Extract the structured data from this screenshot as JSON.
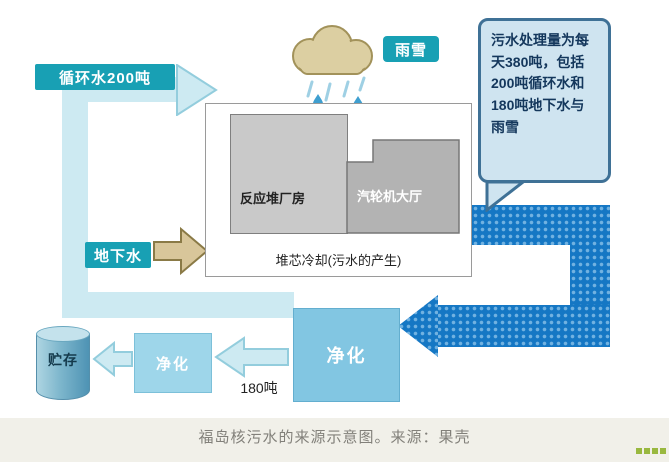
{
  "diagram": {
    "circulating_water_label": "循环水200吨",
    "rain_snow_label": "雨雪",
    "groundwater_label": "地下水",
    "callout_text": "污水处理量为每天380吨，包括200吨循环水和180吨地下水与雨雪",
    "reactor_building_label": "反应堆厂房",
    "turbine_hall_label": "汽轮机大厅",
    "core_cooling_caption": "堆芯冷却(污水的产生)",
    "purification_main_label": "净化",
    "purification_secondary_label": "净化",
    "flow_180_label": "180吨",
    "storage_label": "贮存"
  },
  "caption": "福岛核污水的来源示意图。来源：果壳",
  "colors": {
    "teal_label_bg": "#18a0b4",
    "pale_flow": "#cdeaf2",
    "dark_flow": "#1577c4",
    "callout_bg": "#cfe4f0",
    "callout_border": "#3f7196",
    "cloud_fill": "#dccfa2",
    "raindrop": "#3f9fd0",
    "purify_main_bg": "#82c6e2",
    "purify_secondary_bg": "#9ed6ea",
    "storage_cylinder": "#7db6cc",
    "footer_bg": "#f1f0e9",
    "pagination_green": "#99b83f"
  },
  "pagination": {
    "count": 4
  }
}
